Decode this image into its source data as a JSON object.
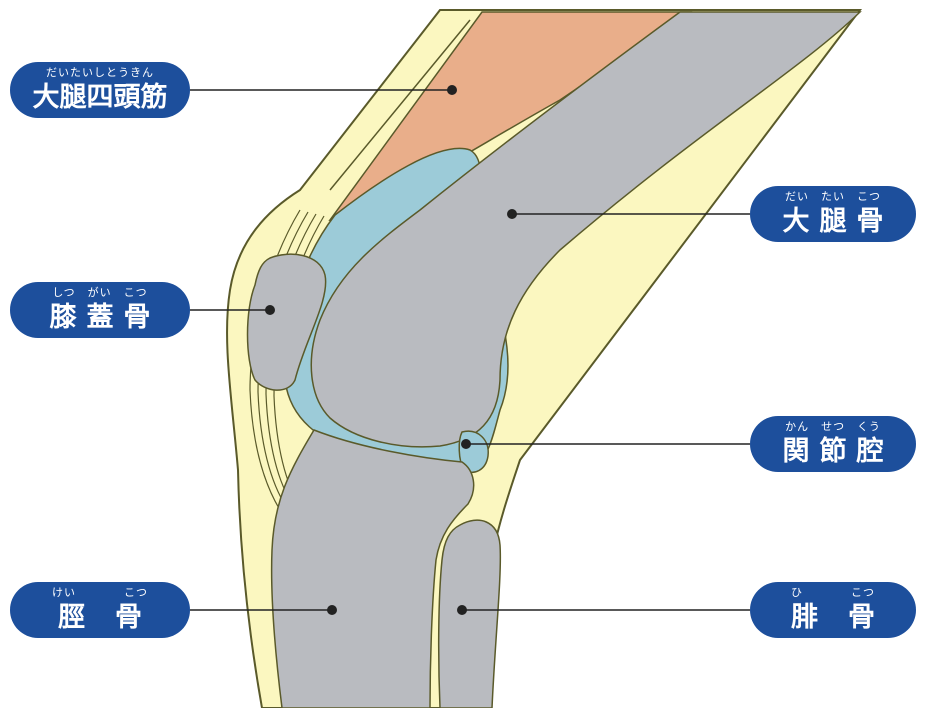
{
  "diagram": {
    "colors": {
      "skin": "#fbf7c0",
      "skin_edge": "#5a5a2a",
      "muscle": "#e9ae8a",
      "bone": "#b9bbc0",
      "cavity": "#9ccbd8",
      "label_bg": "#1d4f9c",
      "label_text": "#ffffff"
    },
    "labels": {
      "quadriceps": {
        "ruby": "だいたいしとうきん",
        "text": "大腿四頭筋"
      },
      "patella": {
        "ruby": "しつ　がい　こつ",
        "text": "膝蓋骨"
      },
      "tibia": {
        "ruby": "けい　　　　こつ",
        "text": "脛骨"
      },
      "femur": {
        "ruby": "だい　たい　こつ",
        "text": "大腿骨"
      },
      "joint_cavity": {
        "ruby": "かん　せつ　くう",
        "text": "関節腔"
      },
      "fibula": {
        "ruby": "ひ　　　　こつ",
        "text": "腓骨"
      }
    }
  }
}
